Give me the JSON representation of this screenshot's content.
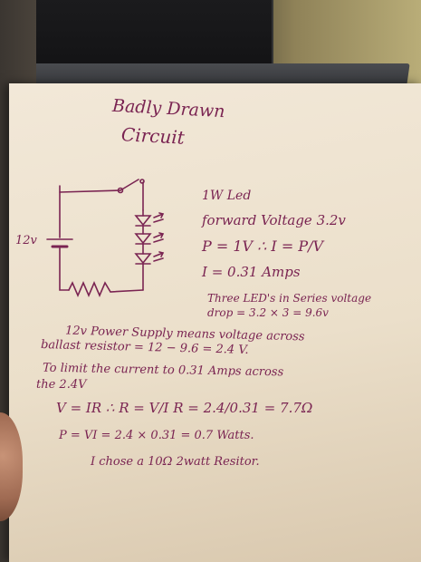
{
  "note": {
    "title_line1": "Badly Drawn",
    "title_line2": "Circuit",
    "supply_label": "12v",
    "led_heading": "1W Led",
    "forward_voltage": "forward Voltage 3.2v",
    "power_formula": "P = 1V ∴ I = P/V",
    "current_value": "I = 0.31 Amps",
    "series_line1": "Three LED's in Series voltage",
    "series_line2": "drop = 3.2 × 3 = 9.6v",
    "supply_line1": "12v Power Supply means voltage across",
    "supply_line2": "ballast resistor = 12 − 9.6 = 2.4 V.",
    "limit_line1": "To limit the current to 0.31 Amps across",
    "limit_line2": "the 2.4V",
    "ohms_law": "V = IR   ∴   R = V/I   R = 2.4/0.31 = 7.7Ω",
    "power_calc": "P = VI = 2.4 × 0.31 = 0.7 Watts.",
    "conclusion": "I chose a 10Ω 2watt Resitor."
  },
  "colors": {
    "ink": "#7a2452",
    "paper": "#f0e6d4"
  }
}
